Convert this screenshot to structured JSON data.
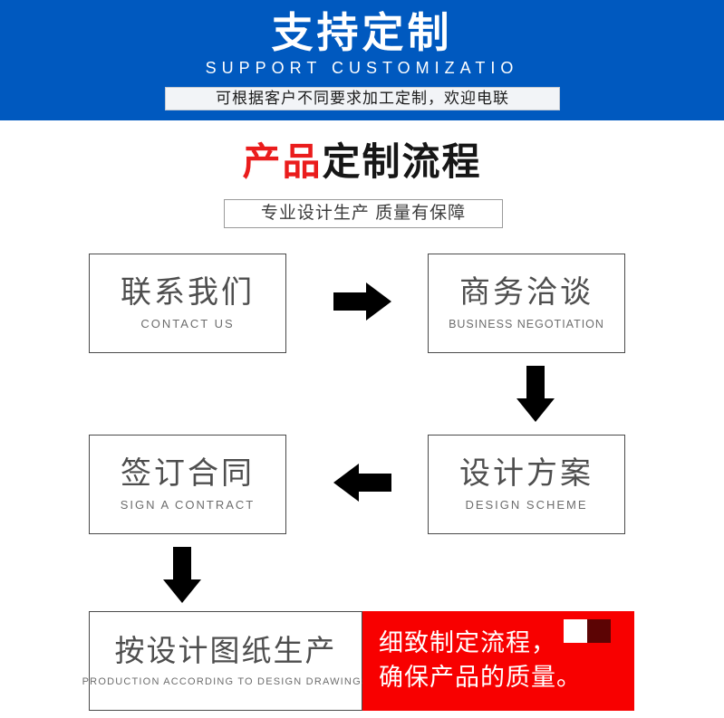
{
  "banner": {
    "title": "支持定制",
    "subtitle": "SUPPORT CUSTOMIZATIO",
    "pill_text": "可根据客户不同要求加工定制，欢迎电联",
    "bg_color": "#0059bf",
    "text_color": "#ffffff",
    "pill_bg": "#f2f4f7"
  },
  "heading": {
    "highlight": "产品",
    "rest": "定制流程",
    "highlight_color": "#ea1c1c",
    "rest_color": "#161616",
    "sub_text": "专业设计生产 质量有保障"
  },
  "flow": {
    "steps": [
      {
        "cn": "联系我们",
        "en": "CONTACT US"
      },
      {
        "cn": "商务洽谈",
        "en": "BUSINESS  NEGOTIATION"
      },
      {
        "cn": "设计方案",
        "en": "DESIGN  SCHEME"
      },
      {
        "cn": "签订合同",
        "en": "SIGN A CONTRACT"
      },
      {
        "cn": "按设计图纸生产",
        "en": "PRODUCTION  ACCORDING  TO  DESIGN  DRAWINGS"
      }
    ],
    "arrows": [
      {
        "name": "arrow-right-icon",
        "direction": "right"
      },
      {
        "name": "arrow-down-icon",
        "direction": "down"
      },
      {
        "name": "arrow-left-icon",
        "direction": "left"
      },
      {
        "name": "arrow-down-icon",
        "direction": "down"
      }
    ],
    "box_border_color": "#4a4a4a",
    "cn_color": "#4e4e4e",
    "en_color": "#6d6d6d"
  },
  "callout": {
    "line_1": "细致制定流程，",
    "line_2": "确保产品的质量。",
    "bg_color": "#f80000",
    "text_color": "#ffffff",
    "swatch_white": "#ffffff",
    "swatch_dark": "#5c0404"
  }
}
